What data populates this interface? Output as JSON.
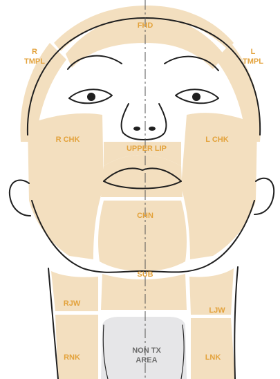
{
  "regions": {
    "fhd": "FHD",
    "r_tmpl_line1": "R",
    "r_tmpl_line2": "TMPL",
    "l_tmpl_line1": "L",
    "l_tmpl_line2": "TMPL",
    "r_chk": "R CHK",
    "l_chk": "L CHK",
    "upper_lip": "UPPER LIP",
    "chn": "CHN",
    "sub": "SUB",
    "rjw": "RJW",
    "ljw": "LJW",
    "rnk": "RNK",
    "lnk": "LNK",
    "non_tx_line1": "NON TX",
    "non_tx_line2": "AREA"
  },
  "colors": {
    "treatment_area": "#f3dfbf",
    "label": "#e3a23b",
    "non_treatment_area": "#e6e6e8"
  }
}
